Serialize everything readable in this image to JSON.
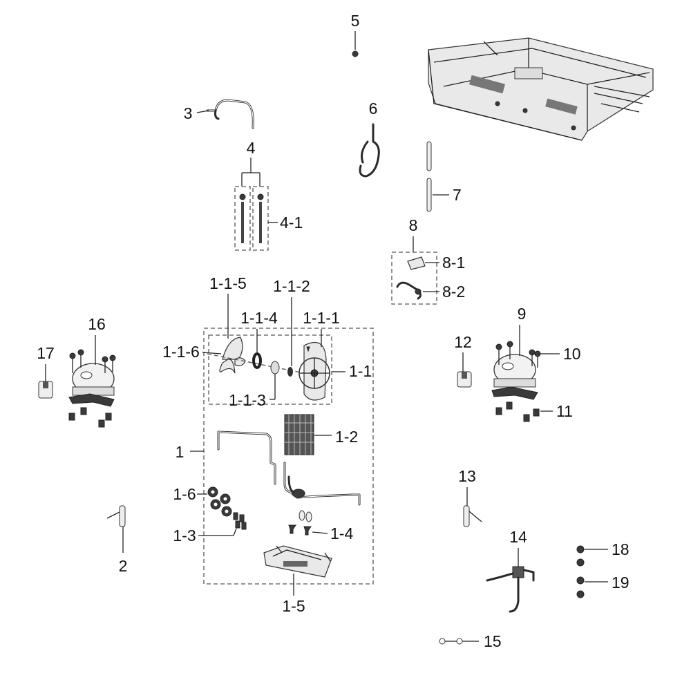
{
  "diagram": {
    "labels": {
      "l1": "1",
      "l1_1": "1-1",
      "l1_1_1": "1-1-1",
      "l1_1_2": "1-1-2",
      "l1_1_3": "1-1-3",
      "l1_1_4": "1-1-4",
      "l1_1_5": "1-1-5",
      "l1_1_6": "1-1-6",
      "l1_2": "1-2",
      "l1_3": "1-3",
      "l1_4": "1-4",
      "l1_5": "1-5",
      "l1_6": "1-6",
      "l2": "2",
      "l3": "3",
      "l4": "4",
      "l4_1": "4-1",
      "l5": "5",
      "l6": "6",
      "l7": "7",
      "l8": "8",
      "l8_1": "8-1",
      "l8_2": "8-2",
      "l9": "9",
      "l10": "10",
      "l11": "11",
      "l12": "12",
      "l13": "13",
      "l14": "14",
      "l15": "15",
      "l16": "16",
      "l17": "17",
      "l18": "18",
      "l19": "19"
    }
  }
}
